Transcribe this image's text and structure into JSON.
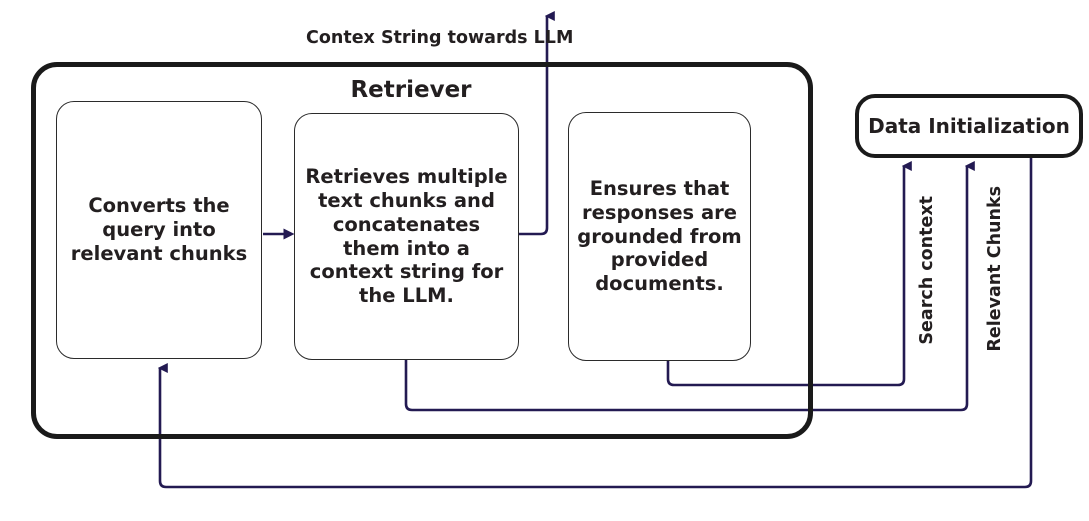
{
  "diagram": {
    "title": "Retriever",
    "nodes": {
      "converts": "Converts the query into relevant chunks",
      "retrieves": "Retrieves multiple text chunks and concatenates them into a context string for the LLM.",
      "ensures": "Ensures that responses are grounded from provided documents.",
      "data_initialization": "Data Initialization"
    },
    "edge_labels": {
      "context_string": "Contex String towards LLM",
      "search_context": "Search context",
      "relevant_chunks": "Relevant Chunks"
    },
    "colors": {
      "wire": "#231a52",
      "container_border": "#1a1a1a",
      "box_border": "#2b2b2b",
      "text": "#231f20",
      "background": "#ffffff"
    }
  }
}
